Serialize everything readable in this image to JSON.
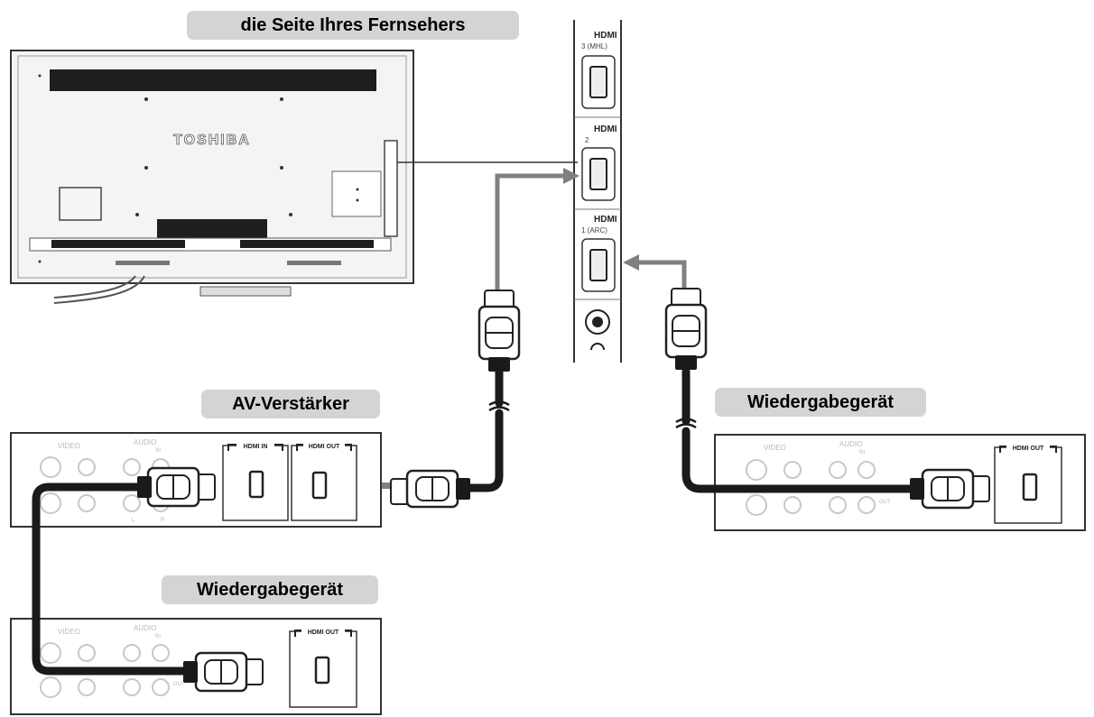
{
  "labels": {
    "tv_side": "die Seite Ihres Fernsehers",
    "av_amp": "AV-Verstärker",
    "player_right": "Wiedergabegerät",
    "player_bottom": "Wiedergabegerät"
  },
  "tv": {
    "brand": "TOSHIBA"
  },
  "tv_panel": {
    "hdmi3": "HDMI",
    "hdmi3_sub": "3 (MHL)",
    "hdmi2": "HDMI",
    "hdmi2_sub": "2",
    "hdmi1": "HDMI",
    "hdmi1_sub": "1 (ARC)"
  },
  "devices": {
    "video_label": "VIDEO",
    "audio_label": "AUDIO",
    "in_label": "IN",
    "out_label": "OUT",
    "l_label": "L",
    "r_label": "R",
    "hdmi_in": "HDMI IN",
    "hdmi_out": "HDMI OUT"
  },
  "colors": {
    "label_bg": "#d4d4d4",
    "outline": "#333333",
    "cable": "#1a1a1a",
    "arrow": "#808080",
    "tv_fill": "#f4f4f4"
  }
}
